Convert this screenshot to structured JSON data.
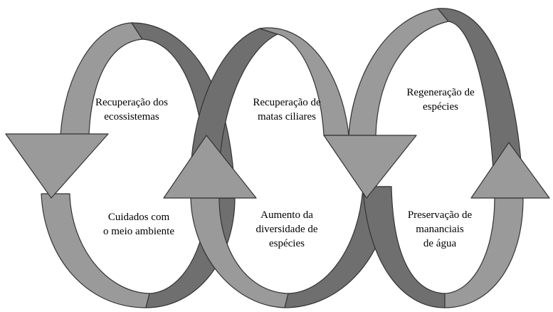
{
  "colors": {
    "ribbon_light": "#9a9a9a",
    "ribbon_dark": "#6f6f6f",
    "outline": "#333333",
    "background": "#ffffff"
  },
  "cycles": [
    {
      "top_label": [
        "Recuperação dos",
        "ecossistemas"
      ],
      "bottom_label": [
        "Cuidados com",
        "o meio ambiente"
      ]
    },
    {
      "top_label": [
        "Recuperação de",
        "matas ciliares"
      ],
      "bottom_label": [
        "Aumento da",
        "diversidade de",
        "espécies"
      ]
    },
    {
      "top_label": [
        "Regeneração de",
        "espécies"
      ],
      "bottom_label": [
        "Preservação de",
        "mananciais",
        "de água"
      ]
    }
  ]
}
